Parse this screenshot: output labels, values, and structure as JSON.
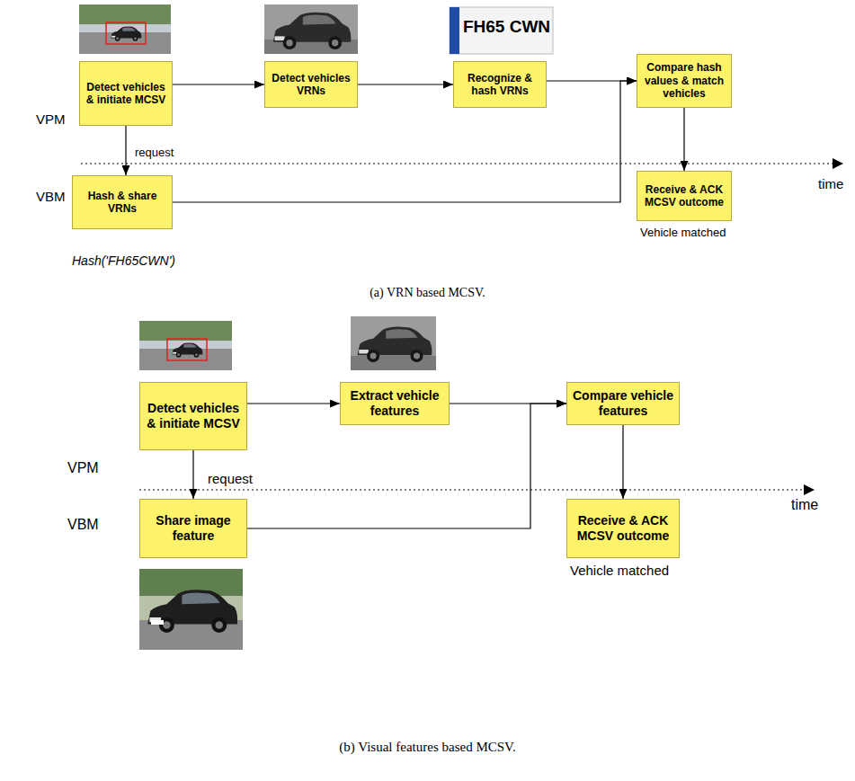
{
  "diagram": {
    "nodes": [
      {
        "text": [
          "Detect vehicles & initiate MCSV"
        ]
      },
      {
        "text": [
          "Detect vehicles VRNs"
        ]
      },
      {
        "text": [
          "Recognize & hash VRNs"
        ]
      },
      {
        "text": [
          "Compare hash values & match vehicles"
        ]
      },
      {
        "text": [
          "Hash & share VRNs"
        ]
      },
      {
        "text": [
          "Receive & ACK MCSV outcome"
        ]
      },
      {
        "text": [
          "Detect vehicles & initiate MCSV"
        ]
      },
      {
        "text": [
          "Extract vehicle features"
        ]
      },
      {
        "text": [
          "Compare vehicle features"
        ]
      },
      {
        "text": [
          "Share image feature"
        ]
      },
      {
        "text": [
          "Receive & ACK MCSV outcome"
        ]
      }
    ],
    "edges": [
      {
        "from": 0,
        "to": 1,
        "arrow": "to"
      },
      {
        "from": 1,
        "to": 2,
        "arrow": "to"
      },
      {
        "from": 2,
        "to": 3,
        "arrow": "to"
      },
      {
        "from": 0,
        "to": 4,
        "label": "request",
        "arrow": "to"
      },
      {
        "from": 4,
        "to": 3,
        "arrow": "to"
      },
      {
        "from": 3,
        "to": 5,
        "arrow": "to"
      },
      {
        "from": 6,
        "to": 7,
        "arrow": "to"
      },
      {
        "from": 7,
        "to": 8,
        "arrow": "to"
      },
      {
        "from": 6,
        "to": 9,
        "label": "request",
        "arrow": "to"
      },
      {
        "from": 9,
        "to": 8,
        "arrow": "to"
      },
      {
        "from": 8,
        "to": 10,
        "arrow": "to"
      }
    ],
    "labels": [
      "FH65 CWN",
      "VPM",
      "VBM",
      "time",
      "Hash('FH65CWN')",
      "Vehicle matched",
      "(a) VRN based MCSV.",
      "VPM",
      "VBM",
      "time",
      "Vehicle matched",
      "(b) Visual features based MCSV."
    ]
  }
}
